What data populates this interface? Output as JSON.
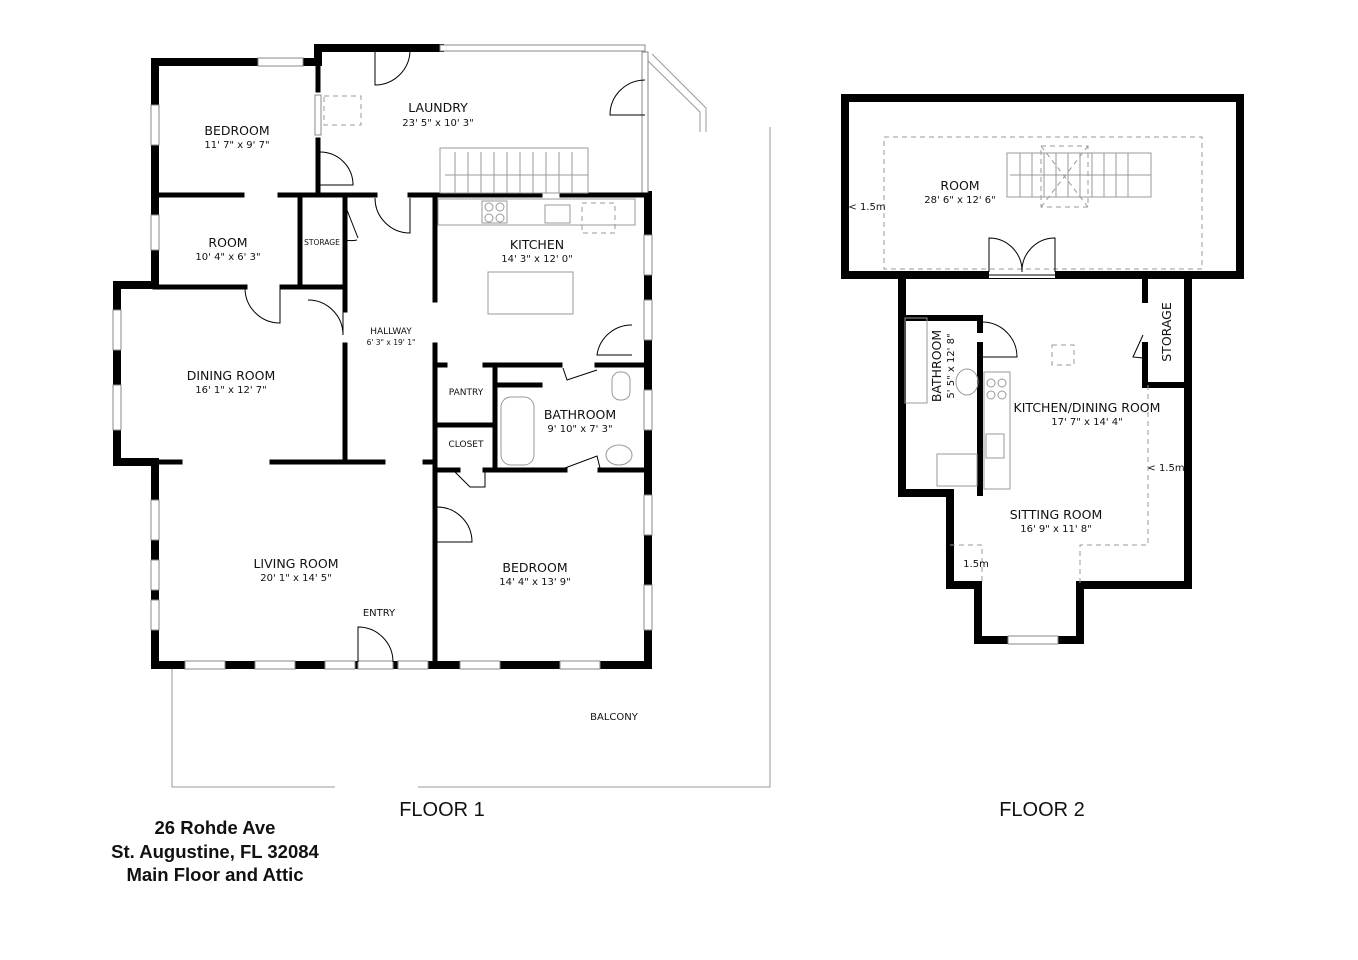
{
  "floor1": {
    "title": "FLOOR 1",
    "rooms": {
      "bedroom1": {
        "name": "BEDROOM",
        "size": "11' 7\" x 9' 7\""
      },
      "laundry": {
        "name": "LAUNDRY",
        "size": "23' 5\" x 10' 3\""
      },
      "room": {
        "name": "ROOM",
        "size": "10' 4\" x 6' 3\""
      },
      "storage": {
        "name": "STORAGE"
      },
      "kitchen": {
        "name": "KITCHEN",
        "size": "14' 3\" x 12' 0\""
      },
      "hallway": {
        "name": "HALLWAY",
        "size": "6' 3\" x 19' 1\""
      },
      "dining": {
        "name": "DINING ROOM",
        "size": "16' 1\" x 12' 7\""
      },
      "pantry": {
        "name": "PANTRY"
      },
      "closet": {
        "name": "CLOSET"
      },
      "bathroom": {
        "name": "BATHROOM",
        "size": "9' 10\" x 7' 3\""
      },
      "living": {
        "name": "LIVING ROOM",
        "size": "20' 1\" x 14' 5\""
      },
      "entry": {
        "name": "ENTRY"
      },
      "bedroom2": {
        "name": "BEDROOM",
        "size": "14' 4\" x 13' 9\""
      },
      "balcony": {
        "name": "BALCONY"
      }
    }
  },
  "floor2": {
    "title": "FLOOR 2",
    "rooms": {
      "room": {
        "name": "ROOM",
        "size": "28' 6\" x 12' 6\""
      },
      "bathroom": {
        "name": "BATHROOM",
        "size": "5' 5\" x 12' 8\""
      },
      "storage": {
        "name": "STORAGE"
      },
      "kitchen_dining": {
        "name": "KITCHEN/DINING ROOM",
        "size": "17' 7\" x 14' 4\""
      },
      "sitting": {
        "name": "SITTING ROOM",
        "size": "16' 9\" x 11' 8\""
      }
    },
    "height_notes": [
      "< 1.5m",
      "< 1.5m",
      "1.5m"
    ]
  },
  "address": {
    "line1": "26 Rohde Ave",
    "line2": "St. Augustine, FL 32084",
    "line3": "Main Floor and Attic"
  }
}
